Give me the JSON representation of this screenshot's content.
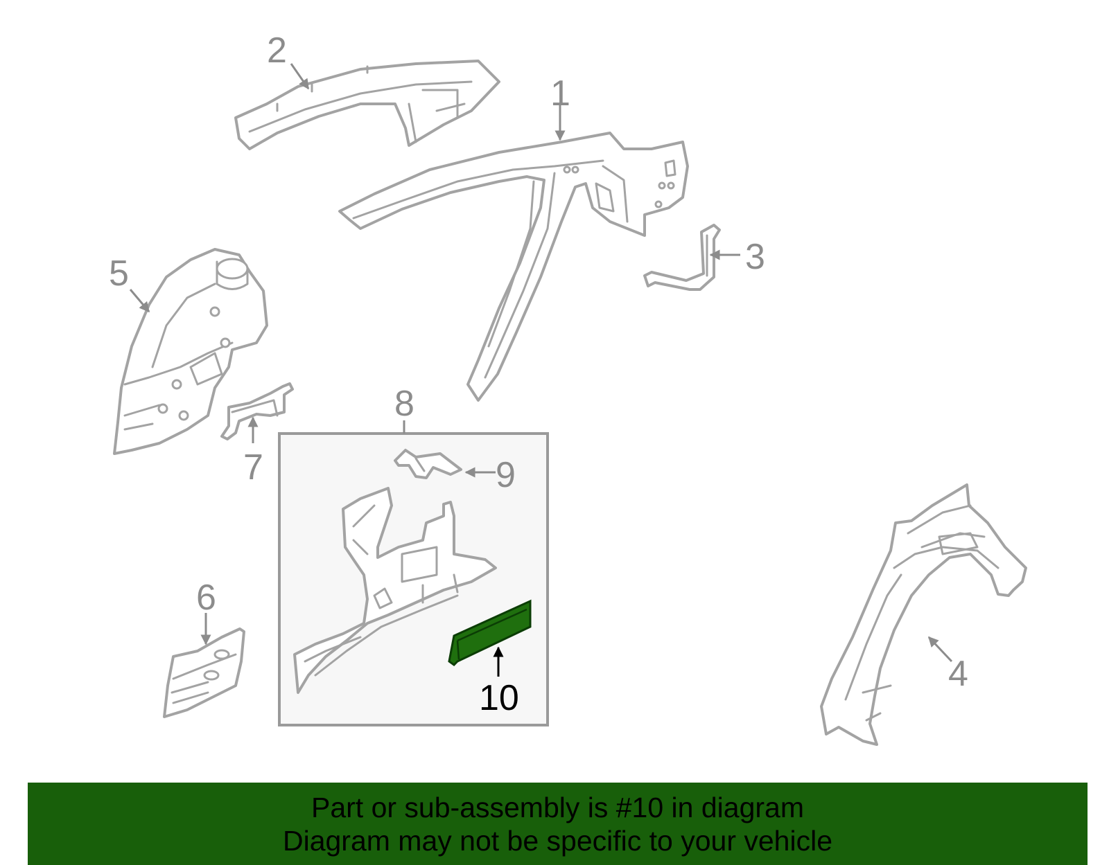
{
  "callouts": {
    "c1": "1",
    "c2": "2",
    "c3": "3",
    "c4": "4",
    "c5": "5",
    "c6": "6",
    "c7": "7",
    "c8": "8",
    "c9": "9",
    "c10": "10"
  },
  "highlight": {
    "part_number": "10",
    "color": "#1f6f0e"
  },
  "banner": {
    "line1": "Part or sub-assembly is #10 in diagram",
    "line2": "Diagram may not be specific to your vehicle",
    "color": "#185f0a"
  },
  "colors": {
    "part_outline": "#a3a3a3",
    "callout_text": "#8c8c8c"
  }
}
